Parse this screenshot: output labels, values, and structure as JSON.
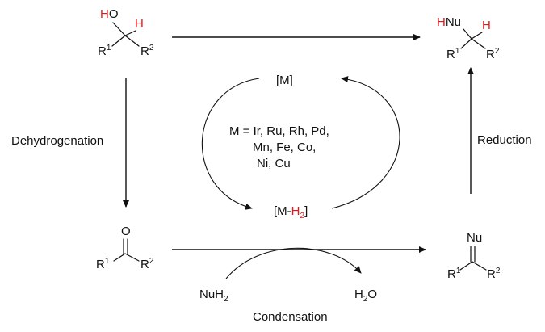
{
  "labels": {
    "dehydrogenation": "Dehydrogenation",
    "reduction": "Reduction",
    "condensation": "Condensation",
    "catalyst": "[M]",
    "catalyst_hydride_prefix": "[M-",
    "catalyst_hydride_h": "H",
    "catalyst_hydride_sub": "2",
    "catalyst_hydride_suffix": "]",
    "metal_list": [
      "M = Ir, Ru, Rh, Pd,",
      "Mn, Fe, Co,",
      "Ni, Cu"
    ]
  },
  "reagents": {
    "nucleophile": "NuH",
    "nucleophile_sub": "2",
    "water_h": "H",
    "water_sub": "2",
    "water_o": "O"
  },
  "molecules": {
    "alcohol": {
      "oh_h": "H",
      "oh_o": "O",
      "h": "H",
      "r1": "R",
      "r1_sup": "1",
      "r2": "R",
      "r2_sup": "2"
    },
    "ketone": {
      "o": "O",
      "r1": "R",
      "r1_sup": "1",
      "r2": "R",
      "r2_sup": "2"
    },
    "imine": {
      "nu": "Nu",
      "r1": "R",
      "r1_sup": "1",
      "r2": "R",
      "r2_sup": "2"
    },
    "amine": {
      "h_red": "H",
      "nu": "Nu",
      "h": "H",
      "r1": "R",
      "r1_sup": "1",
      "r2": "R",
      "r2_sup": "2"
    }
  },
  "colors": {
    "highlight": "#e0191c",
    "ink": "#111111"
  }
}
